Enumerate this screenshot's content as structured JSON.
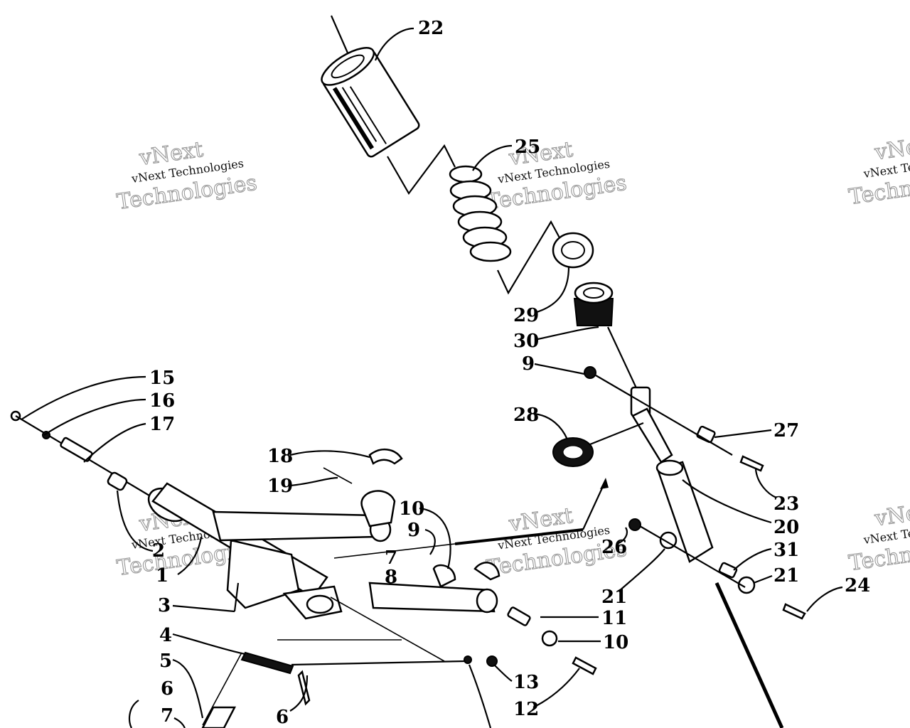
{
  "callouts": [
    "22",
    "25",
    "29",
    "30",
    "9",
    "28",
    "27",
    "23",
    "20",
    "31",
    "21",
    "24",
    "15",
    "16",
    "17",
    "18",
    "19",
    "10",
    "9",
    "7",
    "8",
    "26",
    "2",
    "1",
    "3",
    "21",
    "11",
    "10",
    "4",
    "5",
    "13",
    "6",
    "7",
    "12",
    "6"
  ],
  "watermark": {
    "line1": "vNext Technologies",
    "line2": "Technologies",
    "line3": "vNext"
  }
}
